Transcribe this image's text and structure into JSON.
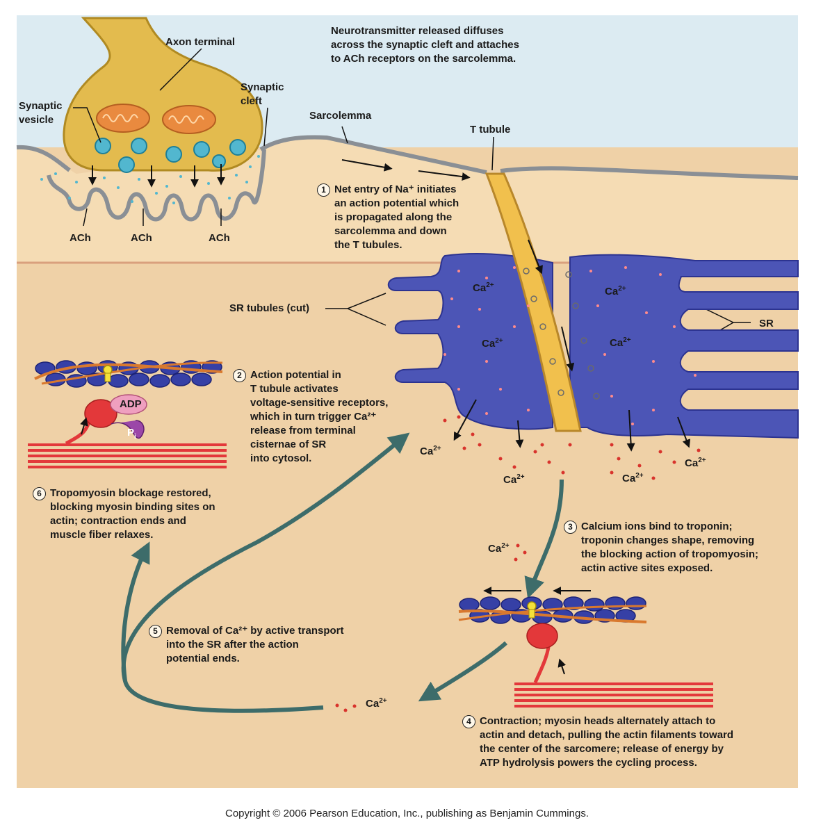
{
  "labels": {
    "axon_terminal": "Axon terminal",
    "synaptic_vesicle": "Synaptic\nvesicle",
    "synaptic_cleft": "Synaptic\ncleft",
    "sarcolemma": "Sarcolemma",
    "t_tubule": "T tubule",
    "ach": "ACh",
    "sr_tubules_cut": "SR tubules (cut)",
    "sr": "SR",
    "adp": "ADP",
    "pi_base": "P",
    "pi_sub": "i",
    "ca_base": "Ca",
    "ca_sup": "2+"
  },
  "header_note": "Neurotransmitter released diffuses\nacross the synaptic cleft and attaches\nto ACh receptors on the sarcolemma.",
  "steps": [
    {
      "num": "1",
      "text": "Net entry of Na⁺ initiates\nan action potential which\nis propagated along the\nsarcolemma and down\nthe T tubules."
    },
    {
      "num": "2",
      "text": "Action potential in\nT tubule activates\nvoltage-sensitive receptors,\nwhich in turn trigger Ca²⁺\nrelease from terminal\ncisternae of SR\ninto cytosol."
    },
    {
      "num": "3",
      "text": "Calcium ions bind to troponin;\ntroponin changes shape, removing\nthe blocking action of tropomyosin;\nactin active sites exposed."
    },
    {
      "num": "4",
      "text": "Contraction; myosin heads alternately attach to\nactin and detach, pulling the actin filaments toward\nthe center of the sarcomere; release of energy by\nATP hydrolysis powers the cycling process."
    },
    {
      "num": "5",
      "text": "Removal of Ca²⁺ by active transport\ninto the SR after the action\npotential ends."
    },
    {
      "num": "6",
      "text": "Tropomyosin blockage restored,\nblocking myosin binding sites on\nactin; contraction ends and\nmuscle fiber relaxes."
    }
  ],
  "copyright": "Copyright © 2006 Pearson Education, Inc., publishing as Benjamin Cummings.",
  "colors": {
    "extracellular": "#dcebf2",
    "sarcoplasm": "#efd1a7",
    "sarcolemma_band": "#f5dcb4",
    "axon": "#e3bb4e",
    "mitochondria": "#e98a3f",
    "vesicle": "#52b7cf",
    "sr": "#4c55b6",
    "t_tubule": "#f1c04d",
    "calcium": "#d8332c",
    "actin": "#3640a6",
    "tropomyosin": "#d9792e",
    "myosin": "#df3a35",
    "arrow": "#3d6c6a"
  }
}
